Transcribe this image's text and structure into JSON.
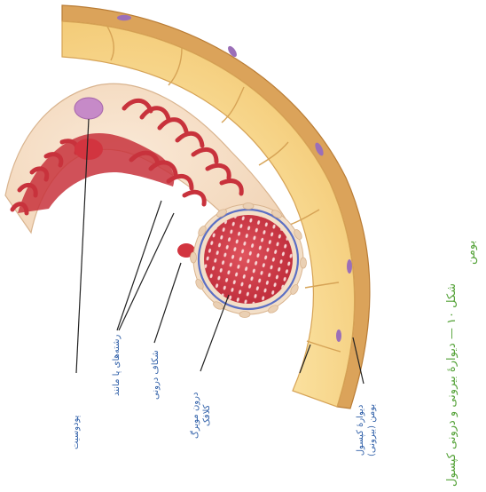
{
  "labels": {
    "podocyte": "پودوسیت",
    "finger_processes": "رشته‌های پا مانند",
    "inner_gap": "شکاف درونی",
    "glomerular_capillary_line1": "درون مویرگ",
    "glomerular_capillary_line2": "کلافک",
    "capsule_wall_line1": "دیوارهٔ کپسول",
    "capsule_wall_line2": "بومن (بیرونی)"
  },
  "caption": {
    "line1": "شکل ۱۰ — دیوارهٔ بیرونی و درونی کپسول",
    "line2": "بومن"
  },
  "colors": {
    "capsule_rim": "#d79a4f",
    "epithelium": "#f7d58a",
    "podocyte_body": "#f6dfc4",
    "capillary_red": "#c8323c",
    "lumen_pink": "#c84a5a",
    "membrane_blue": "#5b6fc4",
    "label_blue": "#2f5fa8",
    "caption_green": "#56a33a"
  }
}
